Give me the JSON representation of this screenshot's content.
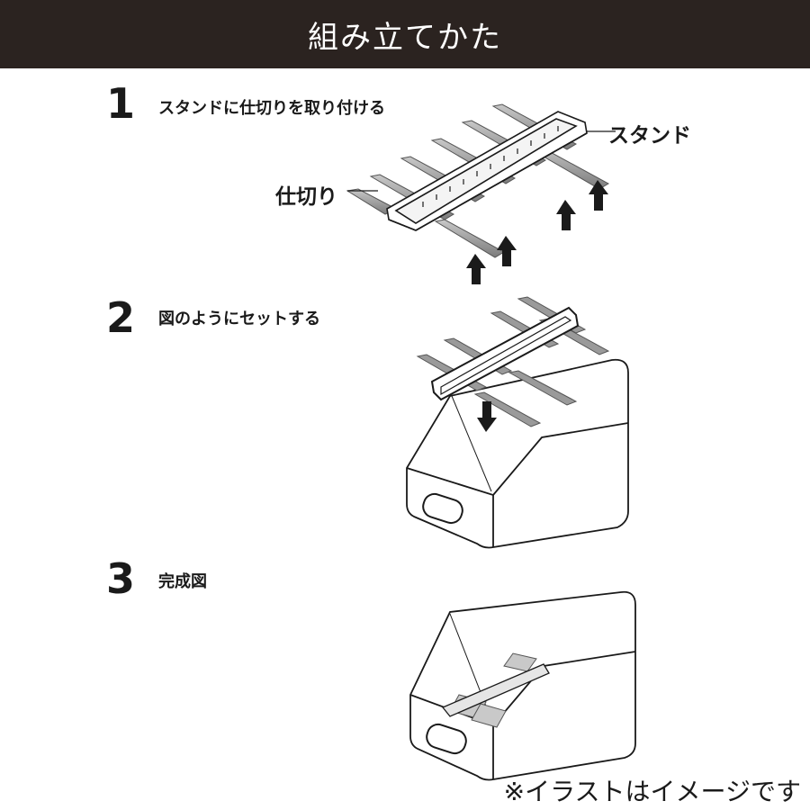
{
  "header": {
    "title": "組み立てかた"
  },
  "steps": [
    {
      "number": "1",
      "text": "スタンドに仕切りを取り付ける"
    },
    {
      "number": "2",
      "text": "図のようにセットする"
    },
    {
      "number": "3",
      "text": "完成図"
    }
  ],
  "callouts": {
    "stand": "スタンド",
    "divider": "仕切り"
  },
  "footnote": "※イラストはイメージです",
  "colors": {
    "header_bg": "#2b2320",
    "line": "#1a1a1a",
    "divider_gray": "#9a9a9a"
  }
}
